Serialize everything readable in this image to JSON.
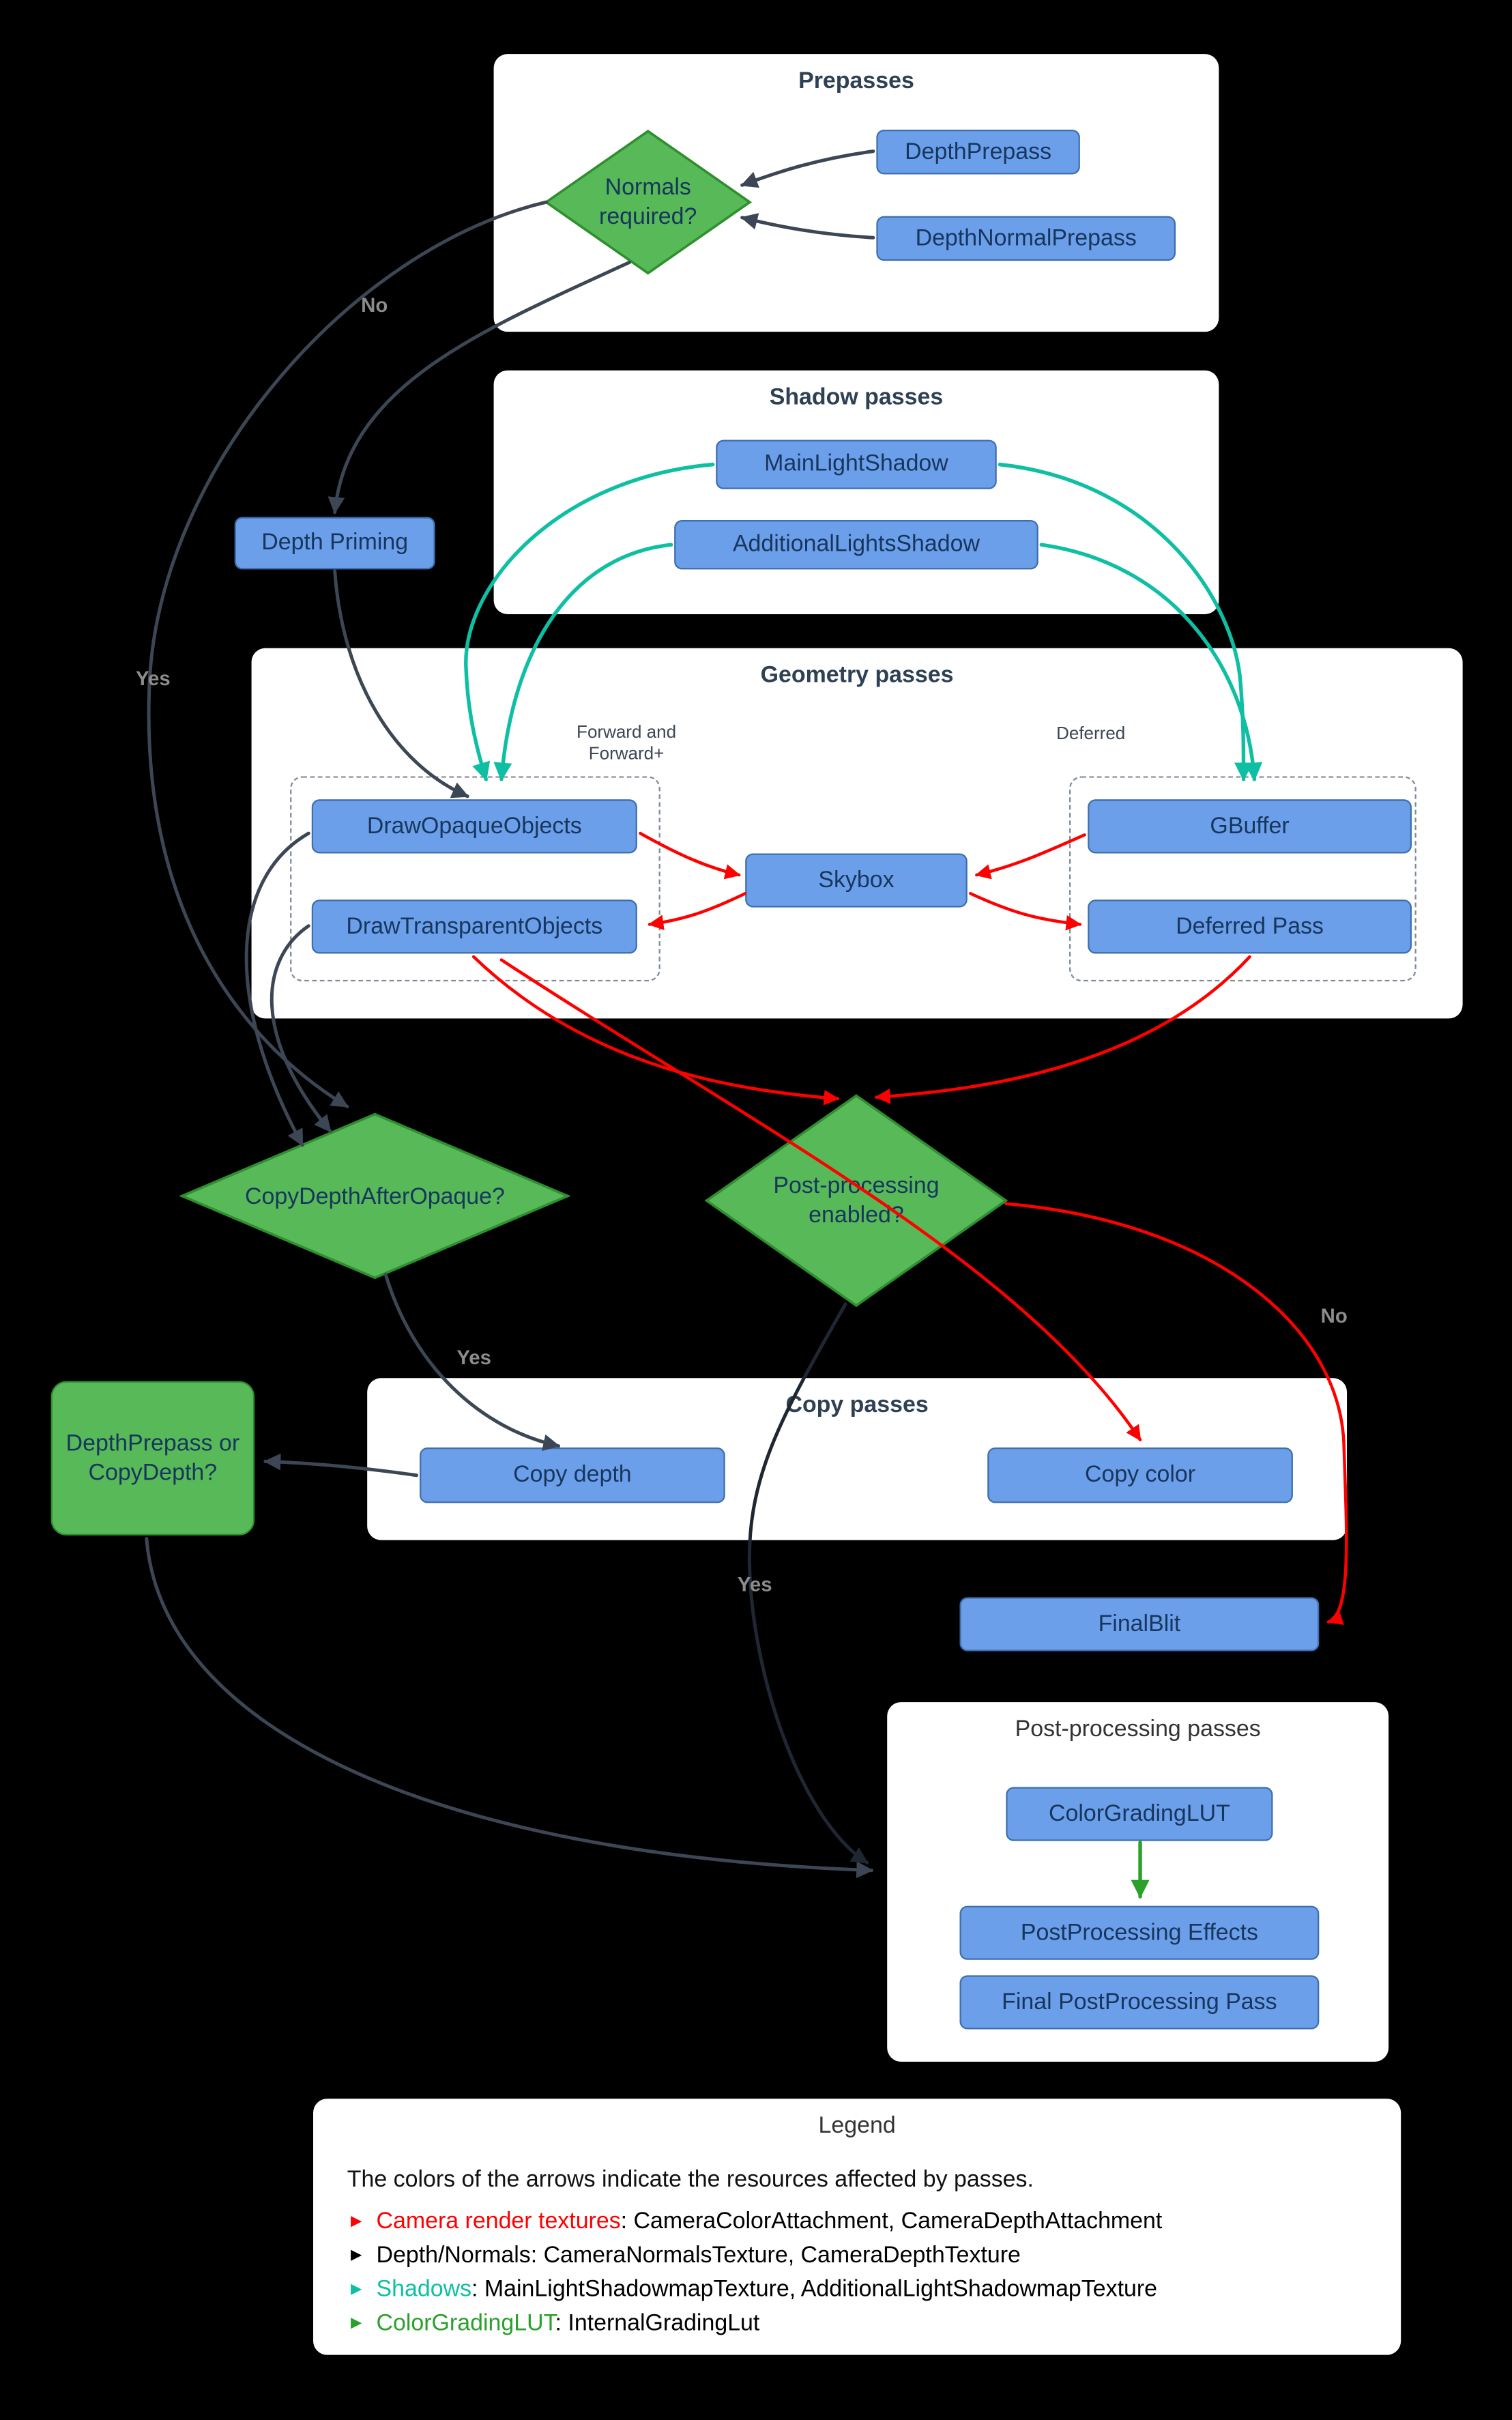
{
  "background": "#000000",
  "colors": {
    "panel": "#FFFFFF",
    "node_fill": "#6C9FEA",
    "node_border": "#3D6FAE",
    "decision_fill": "#57B957",
    "decision_border": "#2F8F2F",
    "arrow_dark": "#3C4654",
    "arrow_red": "#FF0000",
    "arrow_teal": "#0FBFA4",
    "arrow_green": "#2BA02B",
    "edge_label": "#8C8C8C"
  },
  "panels": {
    "prepasses": {
      "title": "Prepasses"
    },
    "shadow_passes": {
      "title": "Shadow passes"
    },
    "geometry_passes": {
      "title": "Geometry passes",
      "forward_label": "Forward and Forward+",
      "deferred_label": "Deferred"
    },
    "copy_passes": {
      "title": "Copy passes"
    },
    "post_processing_passes": {
      "title": "Post-processing passes"
    },
    "legend": {
      "title": "Legend",
      "intro": "The colors of the arrows indicate the resources affected by passes.",
      "bullet": "►",
      "items": [
        {
          "name": "Camera render textures",
          "rest": ": CameraColorAttachment, CameraDepthAttachment",
          "color": "#FF0000"
        },
        {
          "name": "Depth/Normals",
          "rest": ": CameraNormalsTexture, CameraDepthTexture",
          "color": "#000000"
        },
        {
          "name": "Shadows",
          "rest": ": MainLightShadowmapTexture, AdditionalLightShadowmapTexture",
          "color": "#0FBFA4"
        },
        {
          "name": "ColorGradingLUT",
          "rest": ": InternalGradingLut",
          "color": "#2BA02B"
        }
      ]
    }
  },
  "nodes": {
    "depth_prepass": "DepthPrepass",
    "depth_normal_prepass": "DepthNormalPrepass",
    "normals_required": "Normals required?",
    "main_light_shadow": "MainLightShadow",
    "additional_lights_shadow": "AdditionalLightsShadow",
    "depth_priming": "Depth Priming",
    "draw_opaque_objects": "DrawOpaqueObjects",
    "draw_transparent_objects": "DrawTransparentObjects",
    "skybox": "Skybox",
    "gbuffer": "GBuffer",
    "deferred_pass": "Deferred Pass",
    "copy_depth_after_opaque": "CopyDepthAfterOpaque?",
    "post_processing_enabled": "Post-processing enabled?",
    "copy_depth": "Copy depth",
    "copy_color": "Copy color",
    "depthprepass_or_copydepth": "DepthPrepass or CopyDepth?",
    "final_blit": "FinalBlit",
    "color_grading_lut": "ColorGradingLUT",
    "postprocessing_effects": "PostProcessing Effects",
    "final_postprocessing_pass": "Final PostProcessing Pass"
  },
  "edge_labels": {
    "normals_no": "No",
    "normals_yes": "Yes",
    "copy_depth_yes": "Yes",
    "post_yes": "Yes",
    "post_no": "No"
  }
}
